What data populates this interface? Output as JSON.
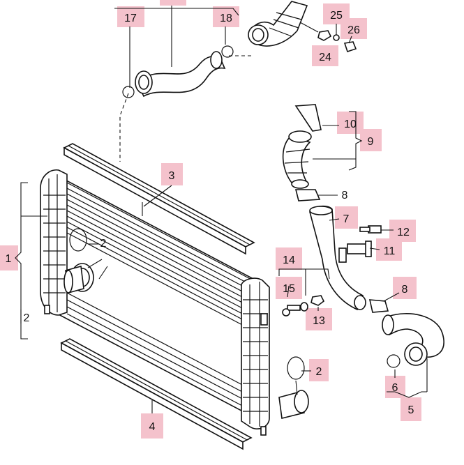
{
  "colors": {
    "highlight": "#f4c2cc",
    "line": "#111111",
    "background": "#ffffff"
  },
  "callouts": {
    "c1": "1",
    "c2a": "2",
    "c2b": "2",
    "c2c": "2",
    "c3": "3",
    "c4": "4",
    "c5": "5",
    "c6": "6",
    "c7": "7",
    "c8a": "8",
    "c8b": "8",
    "c9": "9",
    "c10": "10",
    "c11": "11",
    "c12": "12",
    "c13": "13",
    "c14": "14",
    "c15": "15",
    "c17": "17",
    "c18": "18",
    "c24": "24",
    "c25": "25",
    "c26": "26"
  }
}
